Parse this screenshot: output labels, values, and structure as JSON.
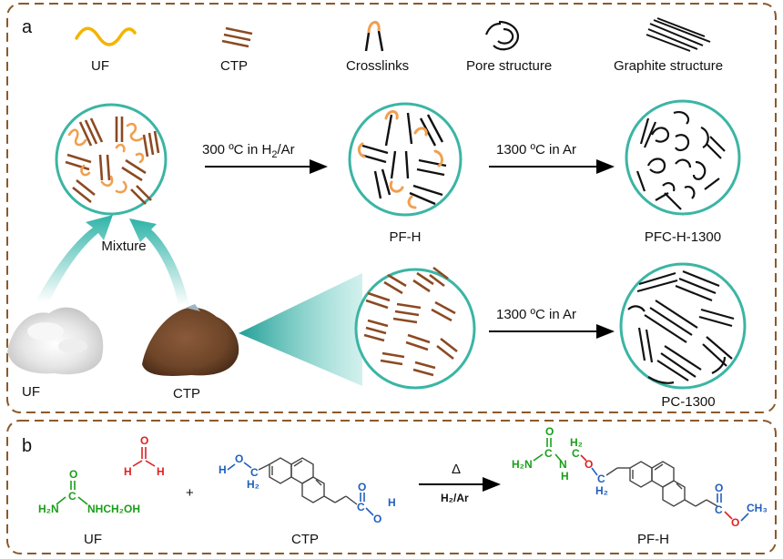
{
  "panel_a": {
    "letter": "a",
    "legend": {
      "uf": "UF",
      "ctp": "CTP",
      "crosslinks": "Crosslinks",
      "pore": "Pore structure",
      "graphite": "Graphite structure"
    },
    "mixture_label": "Mixture",
    "arrow1": {
      "pre": "300 ºC in H",
      "sub": "2",
      "post": "/Ar"
    },
    "arrow2": "1300 ºC in Ar",
    "arrow3": "1300 ºC in Ar",
    "pfh_label": "PF-H",
    "pfc_label": "PFC-H-1300",
    "pc_label": "PC-1300",
    "powder_uf": "UF",
    "powder_ctp": "CTP"
  },
  "panel_b": {
    "letter": "b",
    "uf": {
      "c_o": "O",
      "c": "C",
      "h2n": "H₂N",
      "nh": "NHCH₂OH",
      "label": "UF"
    },
    "formaldehyde": {
      "o": "O",
      "h_left": "H",
      "h_right": "H"
    },
    "plus": "+",
    "ctp": {
      "h": "H",
      "o": "O",
      "c": "C",
      "h2": "H₂",
      "o1": "O",
      "o2": "O",
      "c2": "C",
      "h_end": "H",
      "label": "CTP"
    },
    "arrow": {
      "top": "Δ",
      "bottom": "H₂/Ar"
    },
    "pfh": {
      "o": "O",
      "c": "C",
      "h2n": "H₂N",
      "n": "N",
      "h": "H",
      "h2a": "H₂",
      "ca": "C",
      "ob": "O",
      "cb": "C",
      "h2b": "H₂",
      "o3": "O",
      "c3": "C",
      "o4": "O",
      "ch3": "CH₃",
      "label": "PF-H"
    }
  },
  "colors": {
    "frame": "#8b5a2b",
    "teal_circle": "#3bb5a4",
    "ctp_rod": "#8b4a22",
    "uf_wave": "#f5b400",
    "crosslink": "#f0a050",
    "green_chem": "#1a9e1a",
    "blue_chem": "#1f5fbf",
    "red_chem": "#e02020"
  }
}
